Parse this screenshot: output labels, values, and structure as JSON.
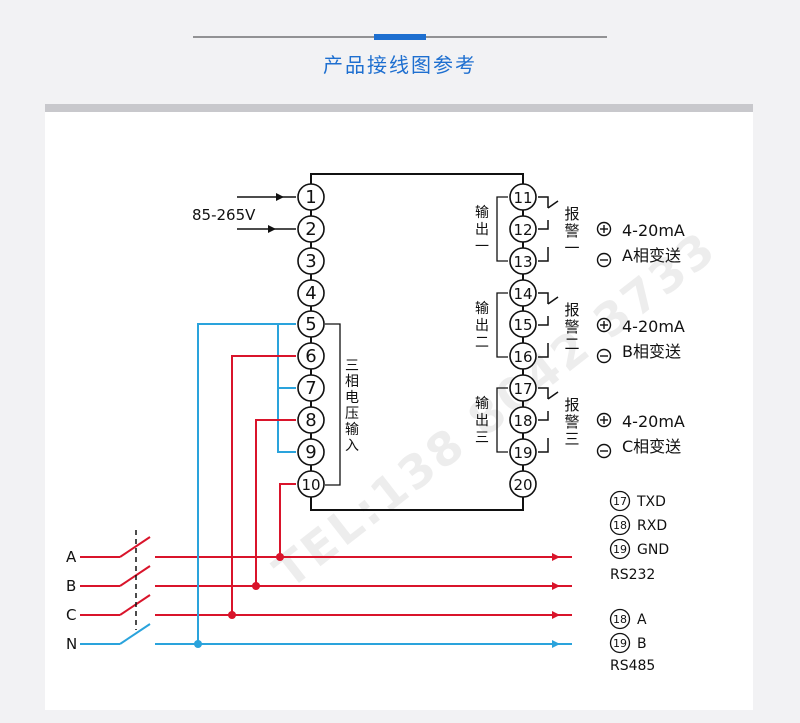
{
  "header": {
    "title": "产品接线图参考"
  },
  "colors": {
    "accent_blue": "#1e6fd0",
    "wire_red": "#d9142b",
    "wire_blue": "#2aa3dc",
    "line_black": "#111111",
    "gray_bar": "#c8c8cc"
  },
  "terminals": [
    "1",
    "2",
    "3",
    "4",
    "5",
    "6",
    "7",
    "8",
    "9",
    "10",
    "11",
    "12",
    "13",
    "14",
    "15",
    "16",
    "17",
    "18",
    "19",
    "20"
  ],
  "power": {
    "label": "85-265V"
  },
  "voltage_input": {
    "label_chars": [
      "三",
      "相",
      "电",
      "压",
      "输",
      "入"
    ]
  },
  "outputs": [
    {
      "output_chars": [
        "输",
        "出",
        "一"
      ],
      "alarm_chars": [
        "报",
        "警",
        "一"
      ],
      "range": "4-20mA",
      "transmit": "A相变送"
    },
    {
      "output_chars": [
        "输",
        "出",
        "二"
      ],
      "alarm_chars": [
        "报",
        "警",
        "二"
      ],
      "range": "4-20mA",
      "transmit": "B相变送"
    },
    {
      "output_chars": [
        "输",
        "出",
        "三"
      ],
      "alarm_chars": [
        "报",
        "警",
        "三"
      ],
      "range": "4-20mA",
      "transmit": "C相变送"
    }
  ],
  "comm": {
    "rs232": {
      "items": [
        {
          "num": "17",
          "label": "TXD"
        },
        {
          "num": "18",
          "label": "RXD"
        },
        {
          "num": "19",
          "label": "GND"
        }
      ],
      "name": "RS232"
    },
    "rs485": {
      "items": [
        {
          "num": "18",
          "label": "A"
        },
        {
          "num": "19",
          "label": "B"
        }
      ],
      "name": "RS485"
    }
  },
  "lines": [
    "A",
    "B",
    "C",
    "N"
  ],
  "watermark": "TEL:138 8042 3733"
}
